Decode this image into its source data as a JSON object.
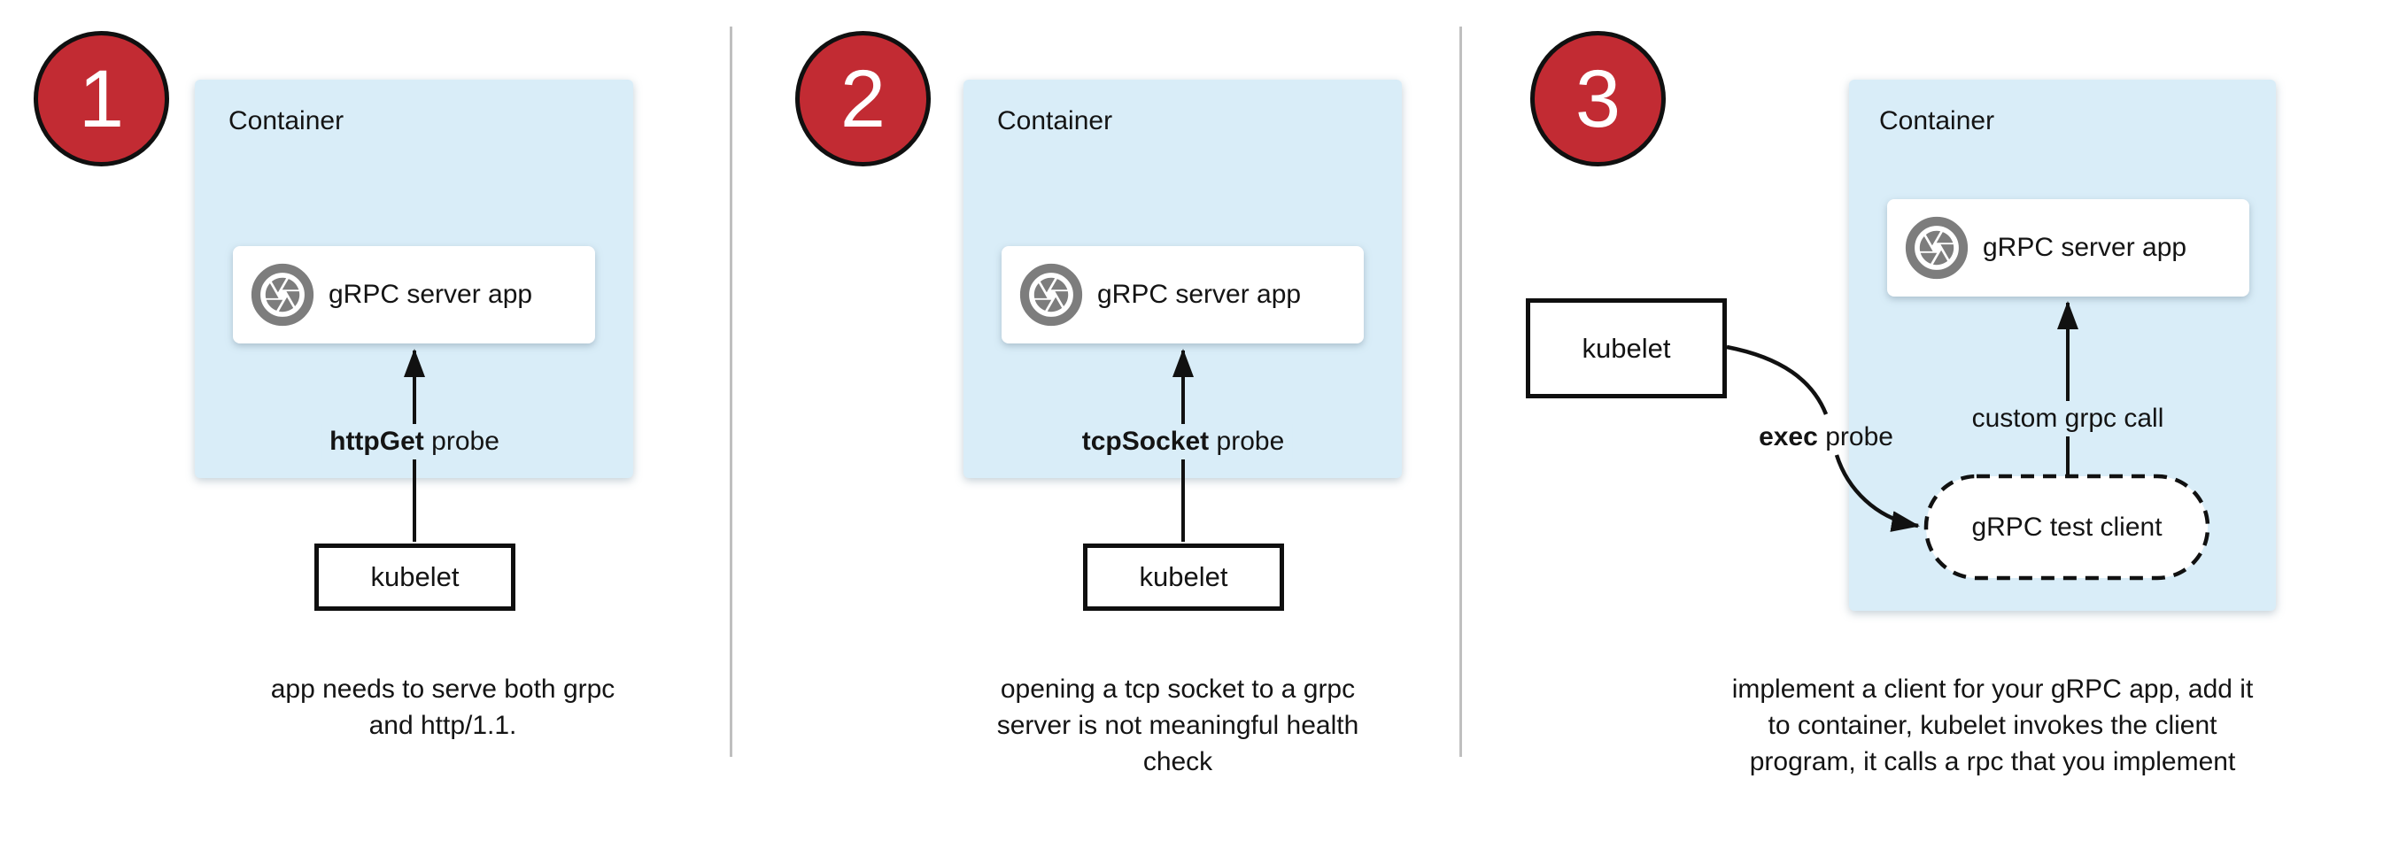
{
  "colors": {
    "container_fill": "#D9EDF8",
    "badge_red": "#C22B33",
    "divider": "#BFBFBF",
    "arrow": "#111111",
    "icon_gray": "#7D7D7D"
  },
  "icons": {
    "app_icon": "camera-aperture-icon"
  },
  "panels": [
    {
      "number": "1",
      "container_label": "Container",
      "app_label": "gRPC server app",
      "probe_bold": "httpGet",
      "probe_rest": "probe",
      "kubelet_label": "kubelet",
      "caption": [
        "app needs to serve both grpc",
        "and http/1.1."
      ]
    },
    {
      "number": "2",
      "container_label": "Container",
      "app_label": "gRPC server app",
      "probe_bold": "tcpSocket",
      "probe_rest": "probe",
      "kubelet_label": "kubelet",
      "caption": [
        "opening a tcp socket to a grpc",
        "server is not meaningful health",
        "check"
      ]
    },
    {
      "number": "3",
      "container_label": "Container",
      "app_label": "gRPC server app",
      "probe_bold": "exec",
      "probe_rest": "probe",
      "kubelet_label": "kubelet",
      "custom_call_label": "custom grpc call",
      "test_client_label": "gRPC test client",
      "caption": [
        "implement a client for your gRPC app, add it",
        "to container, kubelet invokes the client",
        "program, it calls a rpc that you implement"
      ]
    }
  ]
}
